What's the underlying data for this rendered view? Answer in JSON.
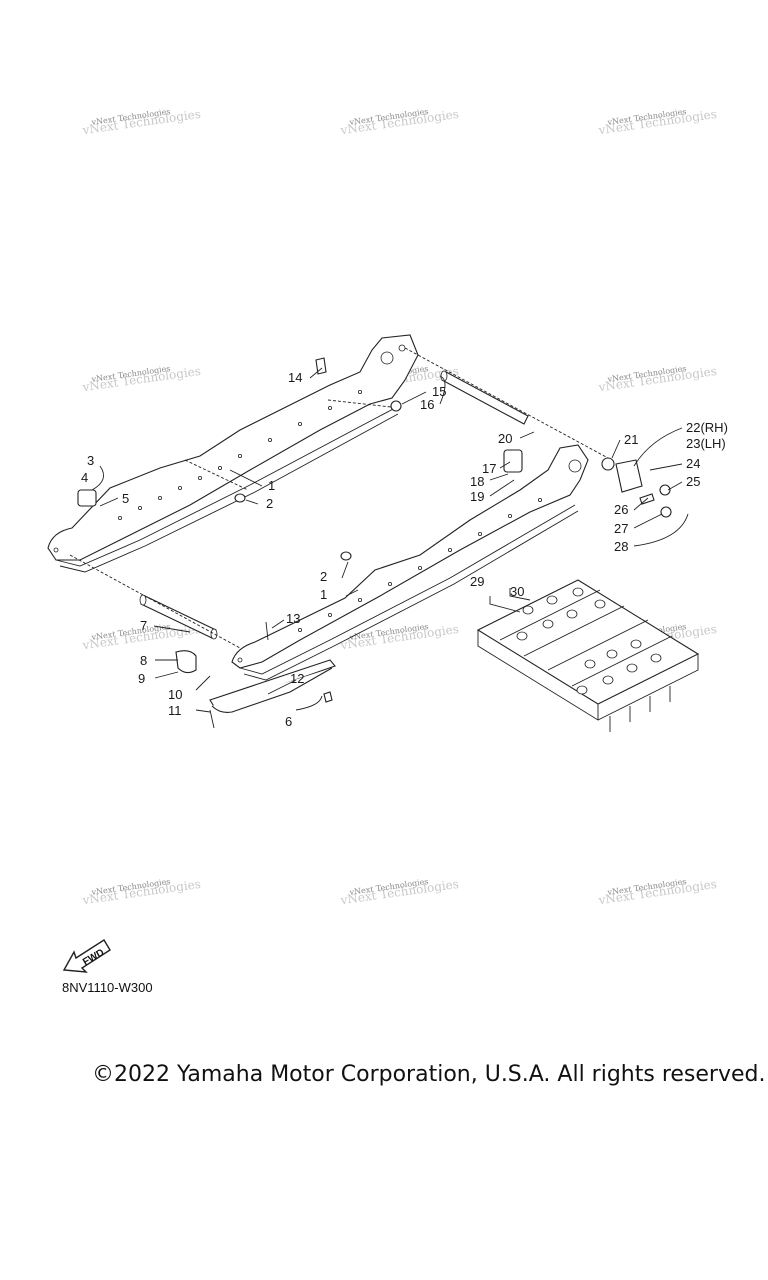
{
  "callouts": {
    "c1a": "1",
    "c1b": "1",
    "c2a": "2",
    "c2b": "2",
    "c3": "3",
    "c4": "4",
    "c5": "5",
    "c6": "6",
    "c7": "7",
    "c8": "8",
    "c9": "9",
    "c10": "10",
    "c11": "11",
    "c12": "12",
    "c13": "13",
    "c14": "14",
    "c15": "15",
    "c16": "16",
    "c17": "17",
    "c18": "18",
    "c19": "19",
    "c20": "20",
    "c21": "21",
    "c22": "22(RH)",
    "c23": "23(LH)",
    "c24": "24",
    "c25": "25",
    "c26": "26",
    "c27": "27",
    "c28": "28",
    "c29": "29",
    "c30": "30"
  },
  "watermark_text": "vNext Technologies",
  "fwd_label": "FWD",
  "diagram_code": "8NV1110-W300",
  "copyright": "©2022 Yamaha Motor Corporation, U.S.A. All rights reserved."
}
